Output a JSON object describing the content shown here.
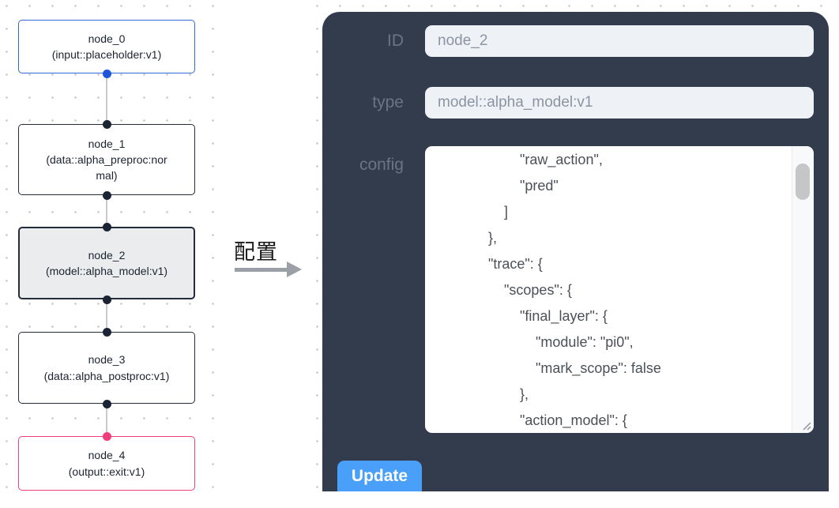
{
  "graph": {
    "nodes": [
      {
        "id": "node_0",
        "label": "node_0\n(input::placeholder:v1)",
        "border_color": "#2e6ad1",
        "port_color": "#1f56d8",
        "selected": false
      },
      {
        "id": "node_1",
        "label": "node_1\n(data::alpha_preproc:normal)",
        "border_color": "#242b3a",
        "port_color": "#1c2433",
        "selected": false
      },
      {
        "id": "node_2",
        "label": "node_2\n(model::alpha_model:v1)",
        "border_color": "#242b3a",
        "port_color": "#1c2433",
        "selected": true
      },
      {
        "id": "node_3",
        "label": "node_3\n(data::alpha_postproc:v1)",
        "border_color": "#242b3a",
        "port_color": "#1c2433",
        "selected": false
      },
      {
        "id": "node_4",
        "label": "node_4\n(output::exit:v1)",
        "border_color": "#ee407a",
        "port_color": "#f03d79",
        "selected": false
      }
    ]
  },
  "transfer": {
    "label": "配置"
  },
  "panel": {
    "id_field": {
      "label": "ID",
      "value": "node_2"
    },
    "type_field": {
      "label": "type",
      "value": "model::alpha_model:v1"
    },
    "config_field": {
      "label": "config",
      "value": "                    \"raw_action\",\n                    \"pred\"\n                ]\n            },\n            \"trace\": {\n                \"scopes\": {\n                    \"final_layer\": {\n                        \"module\": \"pi0\",\n                        \"mark_scope\": false\n                    },\n                    \"action_model\": {"
    },
    "update_label": "Update"
  },
  "colors": {
    "panel_bg": "#323c4d",
    "field_bg": "#eef1f6",
    "field_text": "#8b94a2",
    "label_text": "#6b7483",
    "button_blue": "#4aa0f8",
    "accent_blue": "#2e6ad1",
    "accent_pink": "#ee407a",
    "selected_node_bg": "#ebecee",
    "edge_line": "#c7cacf",
    "grid_dot": "#c9ced5"
  }
}
